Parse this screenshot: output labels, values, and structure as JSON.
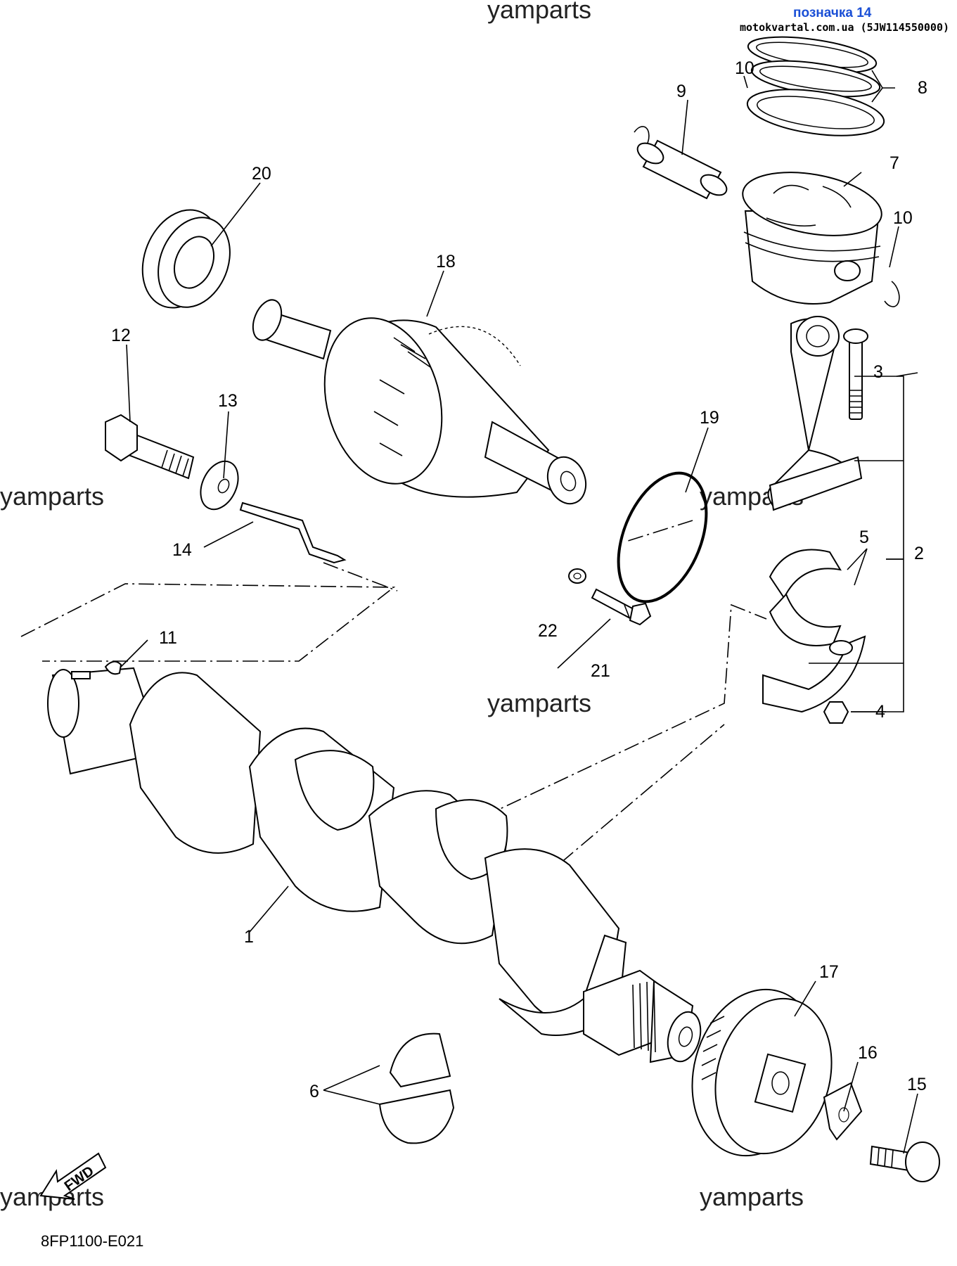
{
  "header": {
    "position_label": "позначка 14",
    "site_label": "motokvartal.com.ua (5JW114550000)"
  },
  "watermarks": [
    "yamparts",
    "yamparts",
    "yamparts",
    "yamparts",
    "yamparts",
    "yamparts"
  ],
  "diagram_code": "8FP1100-E021",
  "fwd_label": "FWD",
  "callouts": {
    "c1": "1",
    "c2": "2",
    "c3": "3",
    "c4": "4",
    "c5": "5",
    "c6": "6",
    "c7": "7",
    "c8": "8",
    "c9": "9",
    "c10a": "10",
    "c10b": "10",
    "c11": "11",
    "c12": "12",
    "c13": "13",
    "c14": "14",
    "c15": "15",
    "c16": "16",
    "c17": "17",
    "c18": "18",
    "c19": "19",
    "c20": "20",
    "c21": "21",
    "c22": "22"
  }
}
